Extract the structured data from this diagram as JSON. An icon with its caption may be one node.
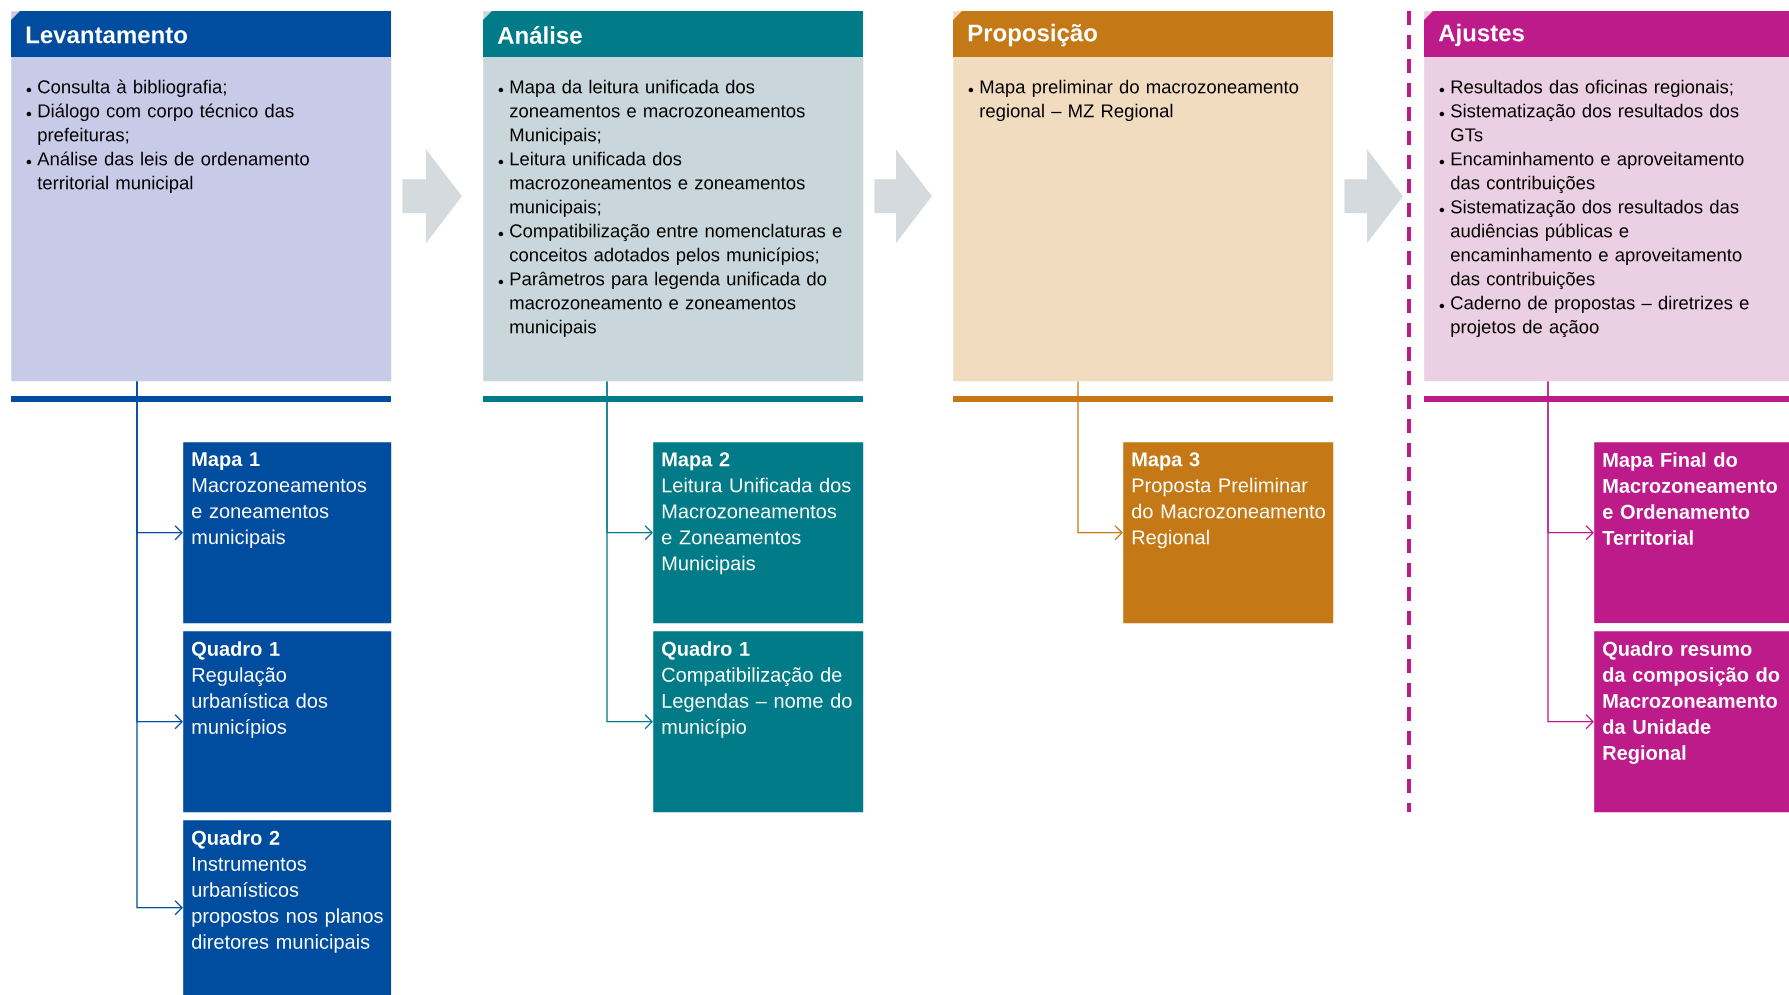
{
  "diagram": {
    "nodes": [
      {
        "text": [
          "Levantamento",
          "Consulta à bibliografia;",
          "Diálogo com corpo técnico das prefeituras;",
          "Análise das leis de ordenamento territorial municipal"
        ]
      },
      {
        "text": [
          "Análise",
          "Mapa da leitura unificada dos zoneamentos e macrozoneamentos Municipais;",
          "Leitura unificada dos macrozoneamentos e zoneamentos municipais;",
          "Compatibilização entre nomenclaturas e conceitos adotados pelos municípios;",
          "Parâmetros para legenda unificada do macrozoneamento e zoneamentos municipais"
        ]
      },
      {
        "text": [
          "Proposição",
          "Mapa preliminar do macrozoneamento regional – MZ Regional"
        ]
      },
      {
        "text": [
          "Ajustes",
          "Resultados das oficinas regionais;",
          "Sistematização dos resultados dos GTs",
          "Encaminhamento e aproveitamento das contribuições",
          "Sistematização dos resultados das audiências públicas e encaminhamento e aproveitamento das contribuições",
          "Caderno de propostas – diretrizes e projetos de açãoo"
        ]
      },
      {
        "text": [
          "Mapa 1",
          "Macrozoneamentos e zoneamentos municipais"
        ]
      },
      {
        "text": [
          "Quadro 1",
          "Regulação urbanística dos municípios"
        ]
      },
      {
        "text": [
          "Quadro 2",
          "Instrumentos urbanísticos propostos nos planos diretores municipais"
        ]
      },
      {
        "text": [
          "Mapa 2",
          "Leitura Unificada dos Macrozoneamentos e Zoneamentos Municipais"
        ]
      },
      {
        "text": [
          "Quadro 1",
          "Compatibilização de Legendas – nome do município"
        ]
      },
      {
        "text": [
          "Mapa 3",
          "Proposta Preliminar do Macrozoneamento Regional"
        ]
      },
      {
        "text": [
          "Mapa Final do Macrozoneamento e Ordenamento Territorial"
        ]
      },
      {
        "text": [
          "Quadro resumo da composição do Macrozoneamento da Unidade Regional"
        ]
      }
    ],
    "edges": [
      {
        "from": 0,
        "to": 1,
        "arrow": "to",
        "style": "thick",
        "color": "#d4dadd"
      },
      {
        "from": 1,
        "to": 2,
        "arrow": "to",
        "style": "thick",
        "color": "#d4dadd"
      },
      {
        "from": 2,
        "to": 3,
        "arrow": "to",
        "style": "thick",
        "color": "#d4dadd"
      },
      {
        "from": 0,
        "to": 4,
        "arrow": "to",
        "color": "#004c9f"
      },
      {
        "from": 0,
        "to": 5,
        "arrow": "to",
        "color": "#004c9f"
      },
      {
        "from": 0,
        "to": 6,
        "arrow": "to",
        "color": "#004c9f"
      },
      {
        "from": 1,
        "to": 7,
        "arrow": "to",
        "color": "#007b87"
      },
      {
        "from": 1,
        "to": 8,
        "arrow": "to",
        "color": "#007b87"
      },
      {
        "from": 2,
        "to": 9,
        "arrow": "to",
        "color": "#c47916"
      },
      {
        "from": 3,
        "to": 10,
        "arrow": "to",
        "color": "#bd1a8a"
      },
      {
        "from": 3,
        "to": 11,
        "arrow": "to",
        "color": "#bd1a8a"
      }
    ]
  }
}
